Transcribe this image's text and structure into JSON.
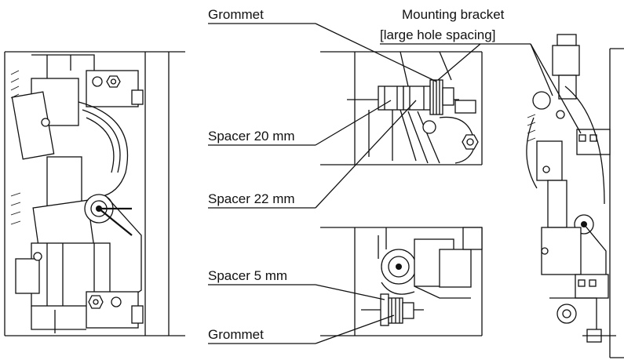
{
  "labels": {
    "grommet_top": "Grommet",
    "mounting_bracket_line1": "Mounting bracket",
    "mounting_bracket_line2": "[large hole spacing]",
    "spacer_20": "Spacer 20 mm",
    "spacer_22": "Spacer 22 mm",
    "spacer_5": "Spacer 5 mm",
    "grommet_bottom": "Grommet"
  }
}
